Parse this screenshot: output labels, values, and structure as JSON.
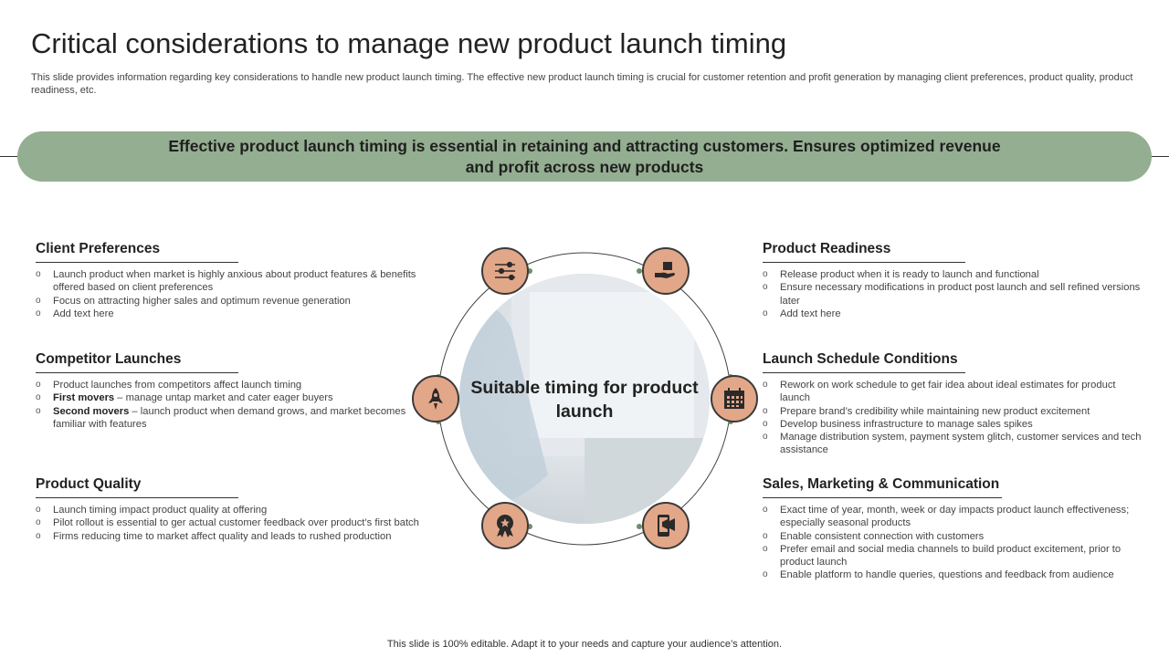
{
  "header": {
    "title": "Critical considerations to manage new product launch timing",
    "subtitle": "This slide provides information regarding key considerations to handle new product launch timing. The effective new product launch timing is crucial for customer retention and profit generation by managing client preferences, product quality, product readiness, etc."
  },
  "banner": {
    "text": "Effective product launch timing is essential in retaining and attracting customers. Ensures optimized revenue and profit across new products"
  },
  "center": {
    "label": "Suitable timing for product launch"
  },
  "colors": {
    "banner": "#93ae90",
    "icon_fill": "#e2a788",
    "icon_stroke": "#3a3a3a"
  },
  "icons": [
    "sliders-icon",
    "hand-box-icon",
    "rocket-icon",
    "calendar-icon",
    "award-badge-icon",
    "phone-megaphone-icon"
  ],
  "sections": {
    "client_preferences": {
      "title": "Client Preferences",
      "items": [
        "Launch product when market is highly anxious about product features & benefits offered based on client preferences",
        "Focus on attracting higher sales and optimum revenue generation",
        "Add text here"
      ]
    },
    "competitor_launches": {
      "title": "Competitor Launches",
      "item1": "Product launches from competitors affect launch timing",
      "item2_bold": "First movers",
      "item2_rest": " – manage untap market and cater eager buyers",
      "item3_bold": "Second movers",
      "item3_rest": " – launch product when demand grows, and market becomes familiar with features"
    },
    "product_quality": {
      "title": "Product Quality",
      "items": [
        "Launch timing impact product quality at offering",
        "Pilot rollout is essential to ger actual customer feedback over product’s first batch",
        "Firms reducing time to market affect quality and leads to rushed production"
      ]
    },
    "product_readiness": {
      "title": "Product Readiness",
      "items": [
        "Release product when it is ready to launch and functional",
        "Ensure necessary modifications in product post launch and sell refined versions later",
        "Add text here"
      ]
    },
    "launch_schedule": {
      "title": "Launch Schedule Conditions",
      "items": [
        "Rework on work schedule to get fair idea about ideal estimates for product launch",
        "Prepare brand’s credibility while maintaining new product excitement",
        "Develop business infrastructure to manage sales spikes",
        "Manage distribution system, payment system glitch, customer services and tech assistance"
      ]
    },
    "sales_marketing": {
      "title": "Sales, Marketing & Communication",
      "items": [
        "Exact time of year,  month, week or day impacts product launch effectiveness; especially seasonal products",
        "Enable consistent connection with customers",
        "Prefer email and social media channels to build product excitement, prior to product launch",
        "Enable platform to handle queries, questions and feedback from audience"
      ]
    }
  },
  "footer": {
    "text": "This slide is 100% editable. Adapt it to your needs and capture your audience’s attention."
  }
}
